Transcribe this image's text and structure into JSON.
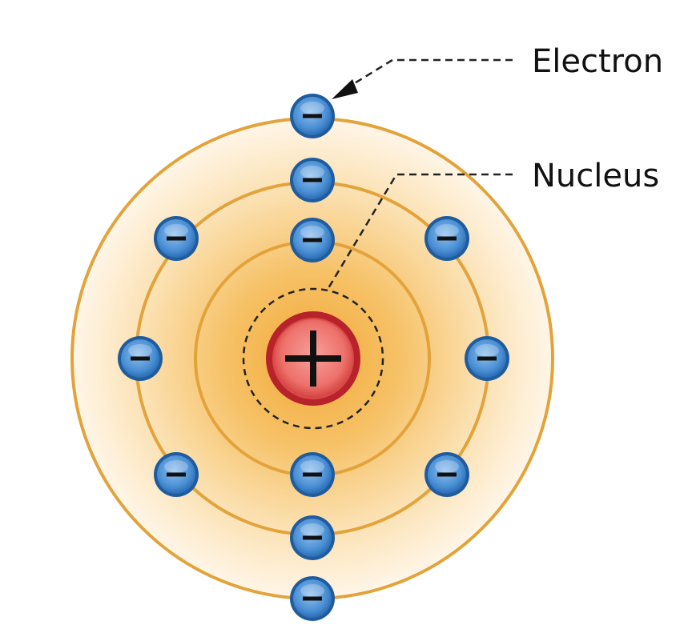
{
  "labels": {
    "electron": "Electron",
    "nucleus": "Nucleus"
  },
  "nucleus": {
    "symbol": "+"
  },
  "electron": {
    "symbol": "−"
  },
  "shells": [
    {
      "name": "inner",
      "electrons": 2
    },
    {
      "name": "middle",
      "electrons": 8
    },
    {
      "name": "outer",
      "electrons": 2
    }
  ],
  "colors": {
    "orbit": "#e3a33a",
    "glow": "#f5b84a",
    "electron": "#4a8fd4",
    "electron_border": "#1f5c9e",
    "nucleus": "#e8605c",
    "nucleus_border": "#b8222a"
  }
}
